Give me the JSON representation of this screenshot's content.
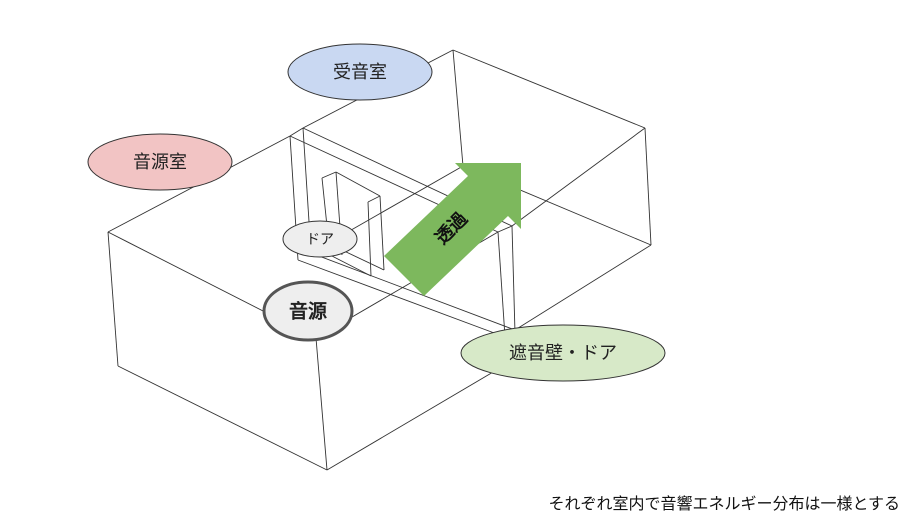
{
  "labels": {
    "receiving_room": "受音室",
    "source_room": "音源室",
    "door": "ドア",
    "source": "音源",
    "transmission": "透過",
    "wall_door": "遮音壁・ドア"
  },
  "caption": "それぞれ室内で音響エネルギー分布は一様とする",
  "colors": {
    "receiving_room_fill": "#c9d8f2",
    "source_room_fill": "#f2c4c4",
    "wall_door_fill": "#d7e9c8",
    "door_fill": "#eeeeee",
    "source_fill": "#eeeeee",
    "arrow_fill": "#7db85d"
  }
}
